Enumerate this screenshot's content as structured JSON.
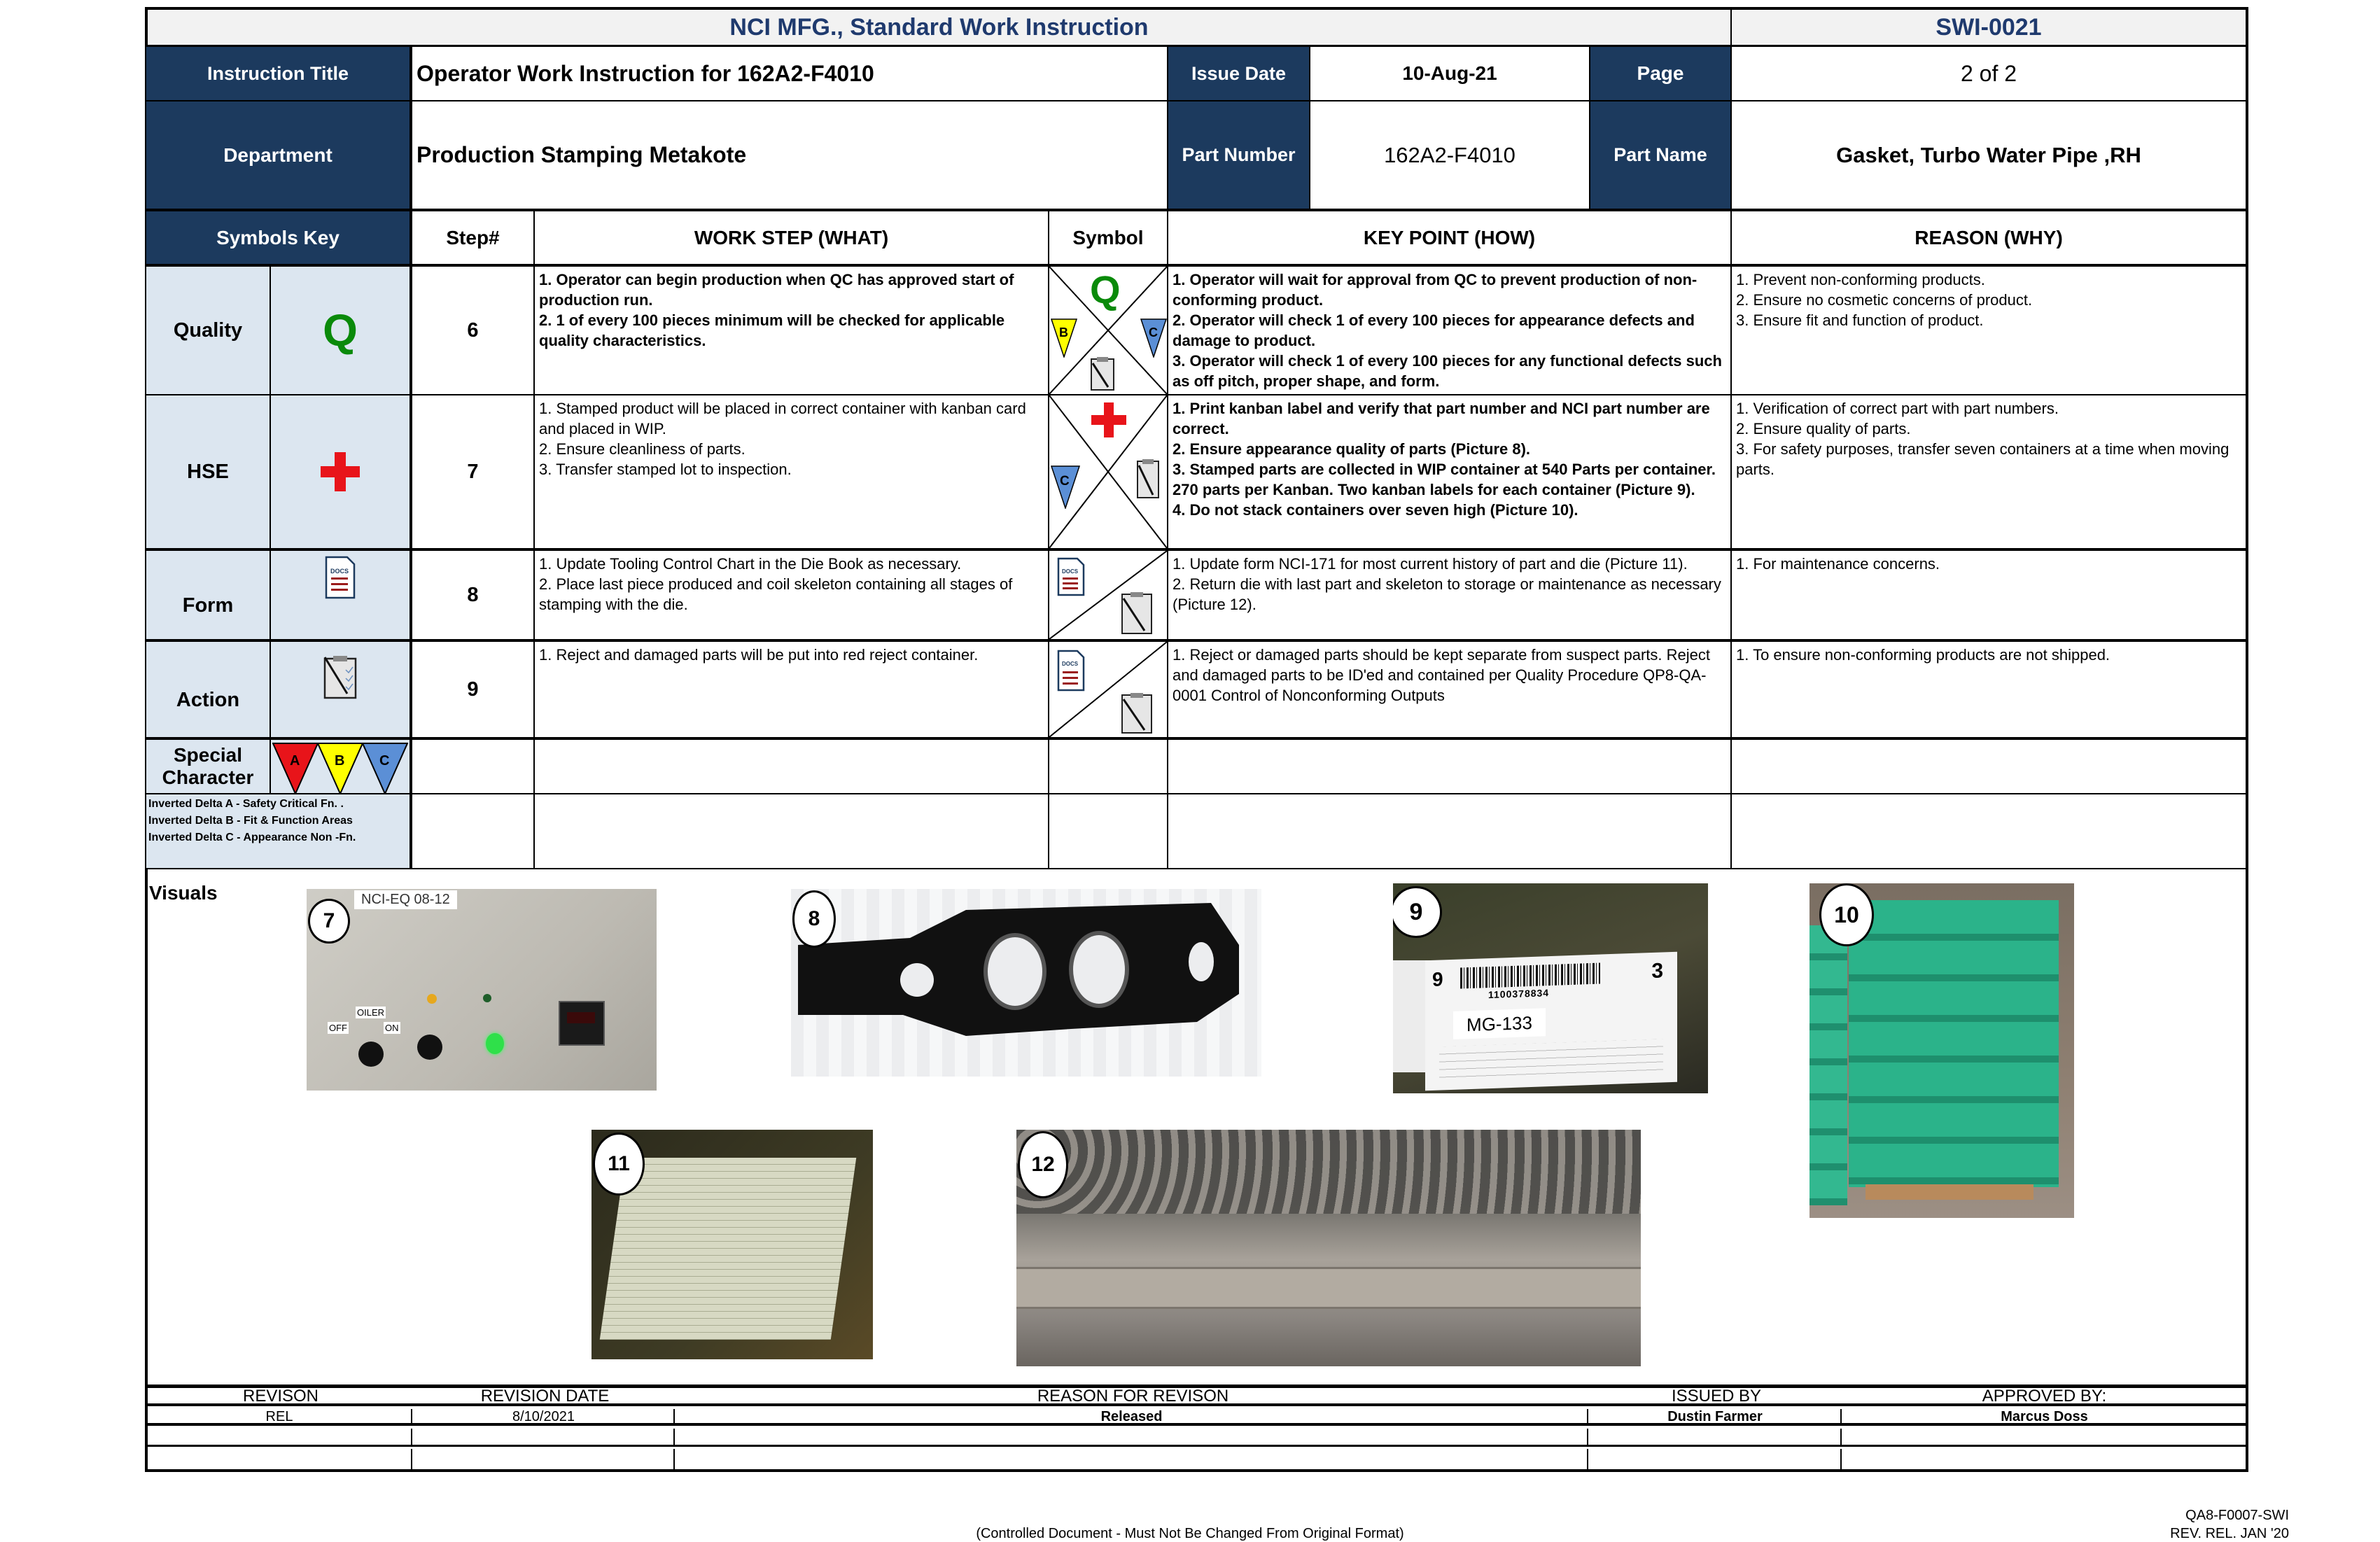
{
  "header": {
    "company_title": "NCI MFG., Standard Work Instruction",
    "doc_number": "SWI-0021",
    "instruction_title_label": "Instruction Title",
    "instruction_title": "Operator Work Instruction for 162A2-F4010",
    "issue_date_label": "Issue Date",
    "issue_date": "10-Aug-21",
    "page_label": "Page",
    "page_value": "2 of 2",
    "department_label": "Department",
    "department": "Production Stamping Metakote",
    "part_number_label": "Part Number",
    "part_number": "162A2-F4010",
    "part_name_label": "Part Name",
    "part_name": "Gasket, Turbo Water Pipe ,RH"
  },
  "columns": {
    "symbols_key": "Symbols Key",
    "step": "Step#",
    "work_step": "WORK STEP (WHAT)",
    "symbol": "Symbol",
    "key_point": "KEY POINT (HOW)",
    "reason": "REASON (WHY)"
  },
  "symbols_key": [
    {
      "label": "Quality",
      "icon": "Q",
      "icon_name": "quality-q-icon"
    },
    {
      "label": "HSE",
      "icon": "cross",
      "icon_name": "hse-red-cross-icon"
    },
    {
      "label": "Form",
      "icon": "DOCS",
      "icon_name": "docs-form-icon"
    },
    {
      "label": "Action",
      "icon": "clipboard",
      "icon_name": "clipboard-action-icon"
    }
  ],
  "special_character": {
    "label": "Special Character",
    "deltas": [
      {
        "letter": "A",
        "color": "#e8141a"
      },
      {
        "letter": "B",
        "color": "#ffff00"
      },
      {
        "letter": "C",
        "color": "#5b8fd6"
      }
    ],
    "legend": [
      "Inverted Delta A - Safety Critical Fn. .",
      "Inverted Delta B - Fit & Function Areas",
      "Inverted Delta C  - Appearance Non -Fn."
    ]
  },
  "steps": [
    {
      "step": "6",
      "work_step": "1. Operator can begin production when QC has approved start of production run.\n2. 1 of every 100 pieces minimum will be checked for applicable quality characteristics.",
      "symbols": [
        "Q",
        "B",
        "C",
        "clipboard"
      ],
      "key_point": "1. Operator will wait for approval from QC to prevent production of non-conforming product.\n2. Operator will check 1 of every 100 pieces for appearance defects and damage to product.\n3. Operator will check 1 of every 100 pieces for any functional defects such as off pitch, proper shape, and form.",
      "reason": "1. Prevent non-conforming products.\n2. Ensure no cosmetic concerns of product.\n3. Ensure fit and function of product."
    },
    {
      "step": "7",
      "work_step": "1. Stamped product will be placed in correct container with kanban card and placed in WIP.\n2. Ensure cleanliness of parts.\n3. Transfer stamped lot to inspection.",
      "symbols": [
        "cross",
        "C",
        "clipboard"
      ],
      "key_point": "1. Print kanban label and verify that part number and NCI part number are correct.\n2. Ensure appearance quality of parts (Picture 8).\n3. Stamped parts are collected in WIP container at 540 Parts per container. 270 parts per Kanban. Two kanban labels for each container (Picture 9).\n4. Do not stack containers over seven high (Picture 10).",
      "reason": "1. Verification of correct part with part numbers.\n2. Ensure quality of parts.\n3. For safety purposes, transfer seven containers at a time when moving parts."
    },
    {
      "step": "8",
      "work_step": "1. Update Tooling Control Chart in the Die Book as necessary.\n2. Place last piece produced and coil skeleton containing all stages of stamping with the die.",
      "symbols": [
        "DOCS",
        "clipboard"
      ],
      "key_point": "1. Update form NCI-171 for most current history of part and die (Picture 11).\n 2. Return die with last part and skeleton to storage or maintenance as necessary (Picture 12).",
      "reason": "1. For maintenance concerns."
    },
    {
      "step": "9",
      "work_step": "1. Reject and damaged parts will be put into red reject container.",
      "symbols": [
        "DOCS",
        "clipboard"
      ],
      "key_point": "1. Reject or damaged parts should be kept separate from suspect parts. Reject and damaged parts to be ID'ed and contained per Quality Procedure QP8-QA-0001 Control of Nonconforming Outputs",
      "reason": "1. To ensure non-conforming products are not shipped."
    }
  ],
  "visuals": {
    "label": "Visuals",
    "pictures": [
      {
        "number": "7",
        "caption_label": "NCI-EQ 08-12",
        "panel_labels": [
          "OILER",
          "OFF",
          "ON"
        ]
      },
      {
        "number": "8"
      },
      {
        "number": "9",
        "card_label": "MG-133",
        "card_barcode": "1100378834",
        "card_left_digit": "9",
        "card_right_digit": "3"
      },
      {
        "number": "10"
      },
      {
        "number": "11"
      },
      {
        "number": "12"
      }
    ]
  },
  "revision_table": {
    "headers": [
      "REVISON",
      "REVISION DATE",
      "REASON FOR REVISON",
      "ISSUED BY",
      "APPROVED BY:"
    ],
    "rows": [
      [
        "REL",
        "8/10/2021",
        "Released",
        "Dustin Farmer",
        "Marcus Doss"
      ],
      [
        "",
        "",
        "",
        "",
        ""
      ],
      [
        "",
        "",
        "",
        "",
        ""
      ]
    ]
  },
  "footer": {
    "controlled_notice": "(Controlled Document - Must Not Be Changed From Original Format)",
    "form_number": "QA8-F0007-SWI",
    "form_revision": "REV. REL. JAN '20"
  },
  "colors": {
    "navy_header": "#1c3a5e",
    "title_text": "#1f3a6e",
    "title_bg": "#f2f2f2",
    "key_bg": "#dce6f0",
    "quality_green": "#0a8a0a",
    "hse_red": "#e8141a"
  }
}
